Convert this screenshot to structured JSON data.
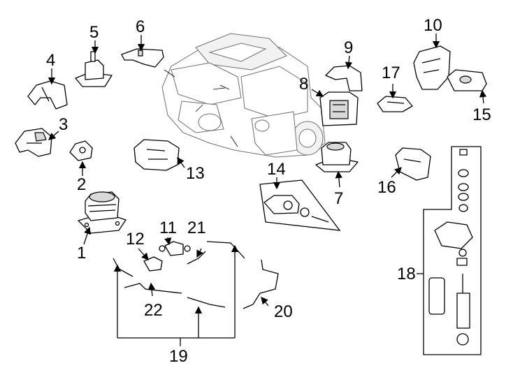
{
  "callouts": {
    "n1": "1",
    "n2": "2",
    "n3": "3",
    "n4": "4",
    "n5": "5",
    "n6": "6",
    "n7": "7",
    "n8": "8",
    "n9": "9",
    "n10": "10",
    "n11": "11",
    "n12": "12",
    "n13": "13",
    "n14": "14",
    "n15": "15",
    "n16": "16",
    "n17": "17",
    "n18": "18",
    "n19": "19",
    "n20": "20",
    "n21": "21",
    "n22": "22"
  }
}
